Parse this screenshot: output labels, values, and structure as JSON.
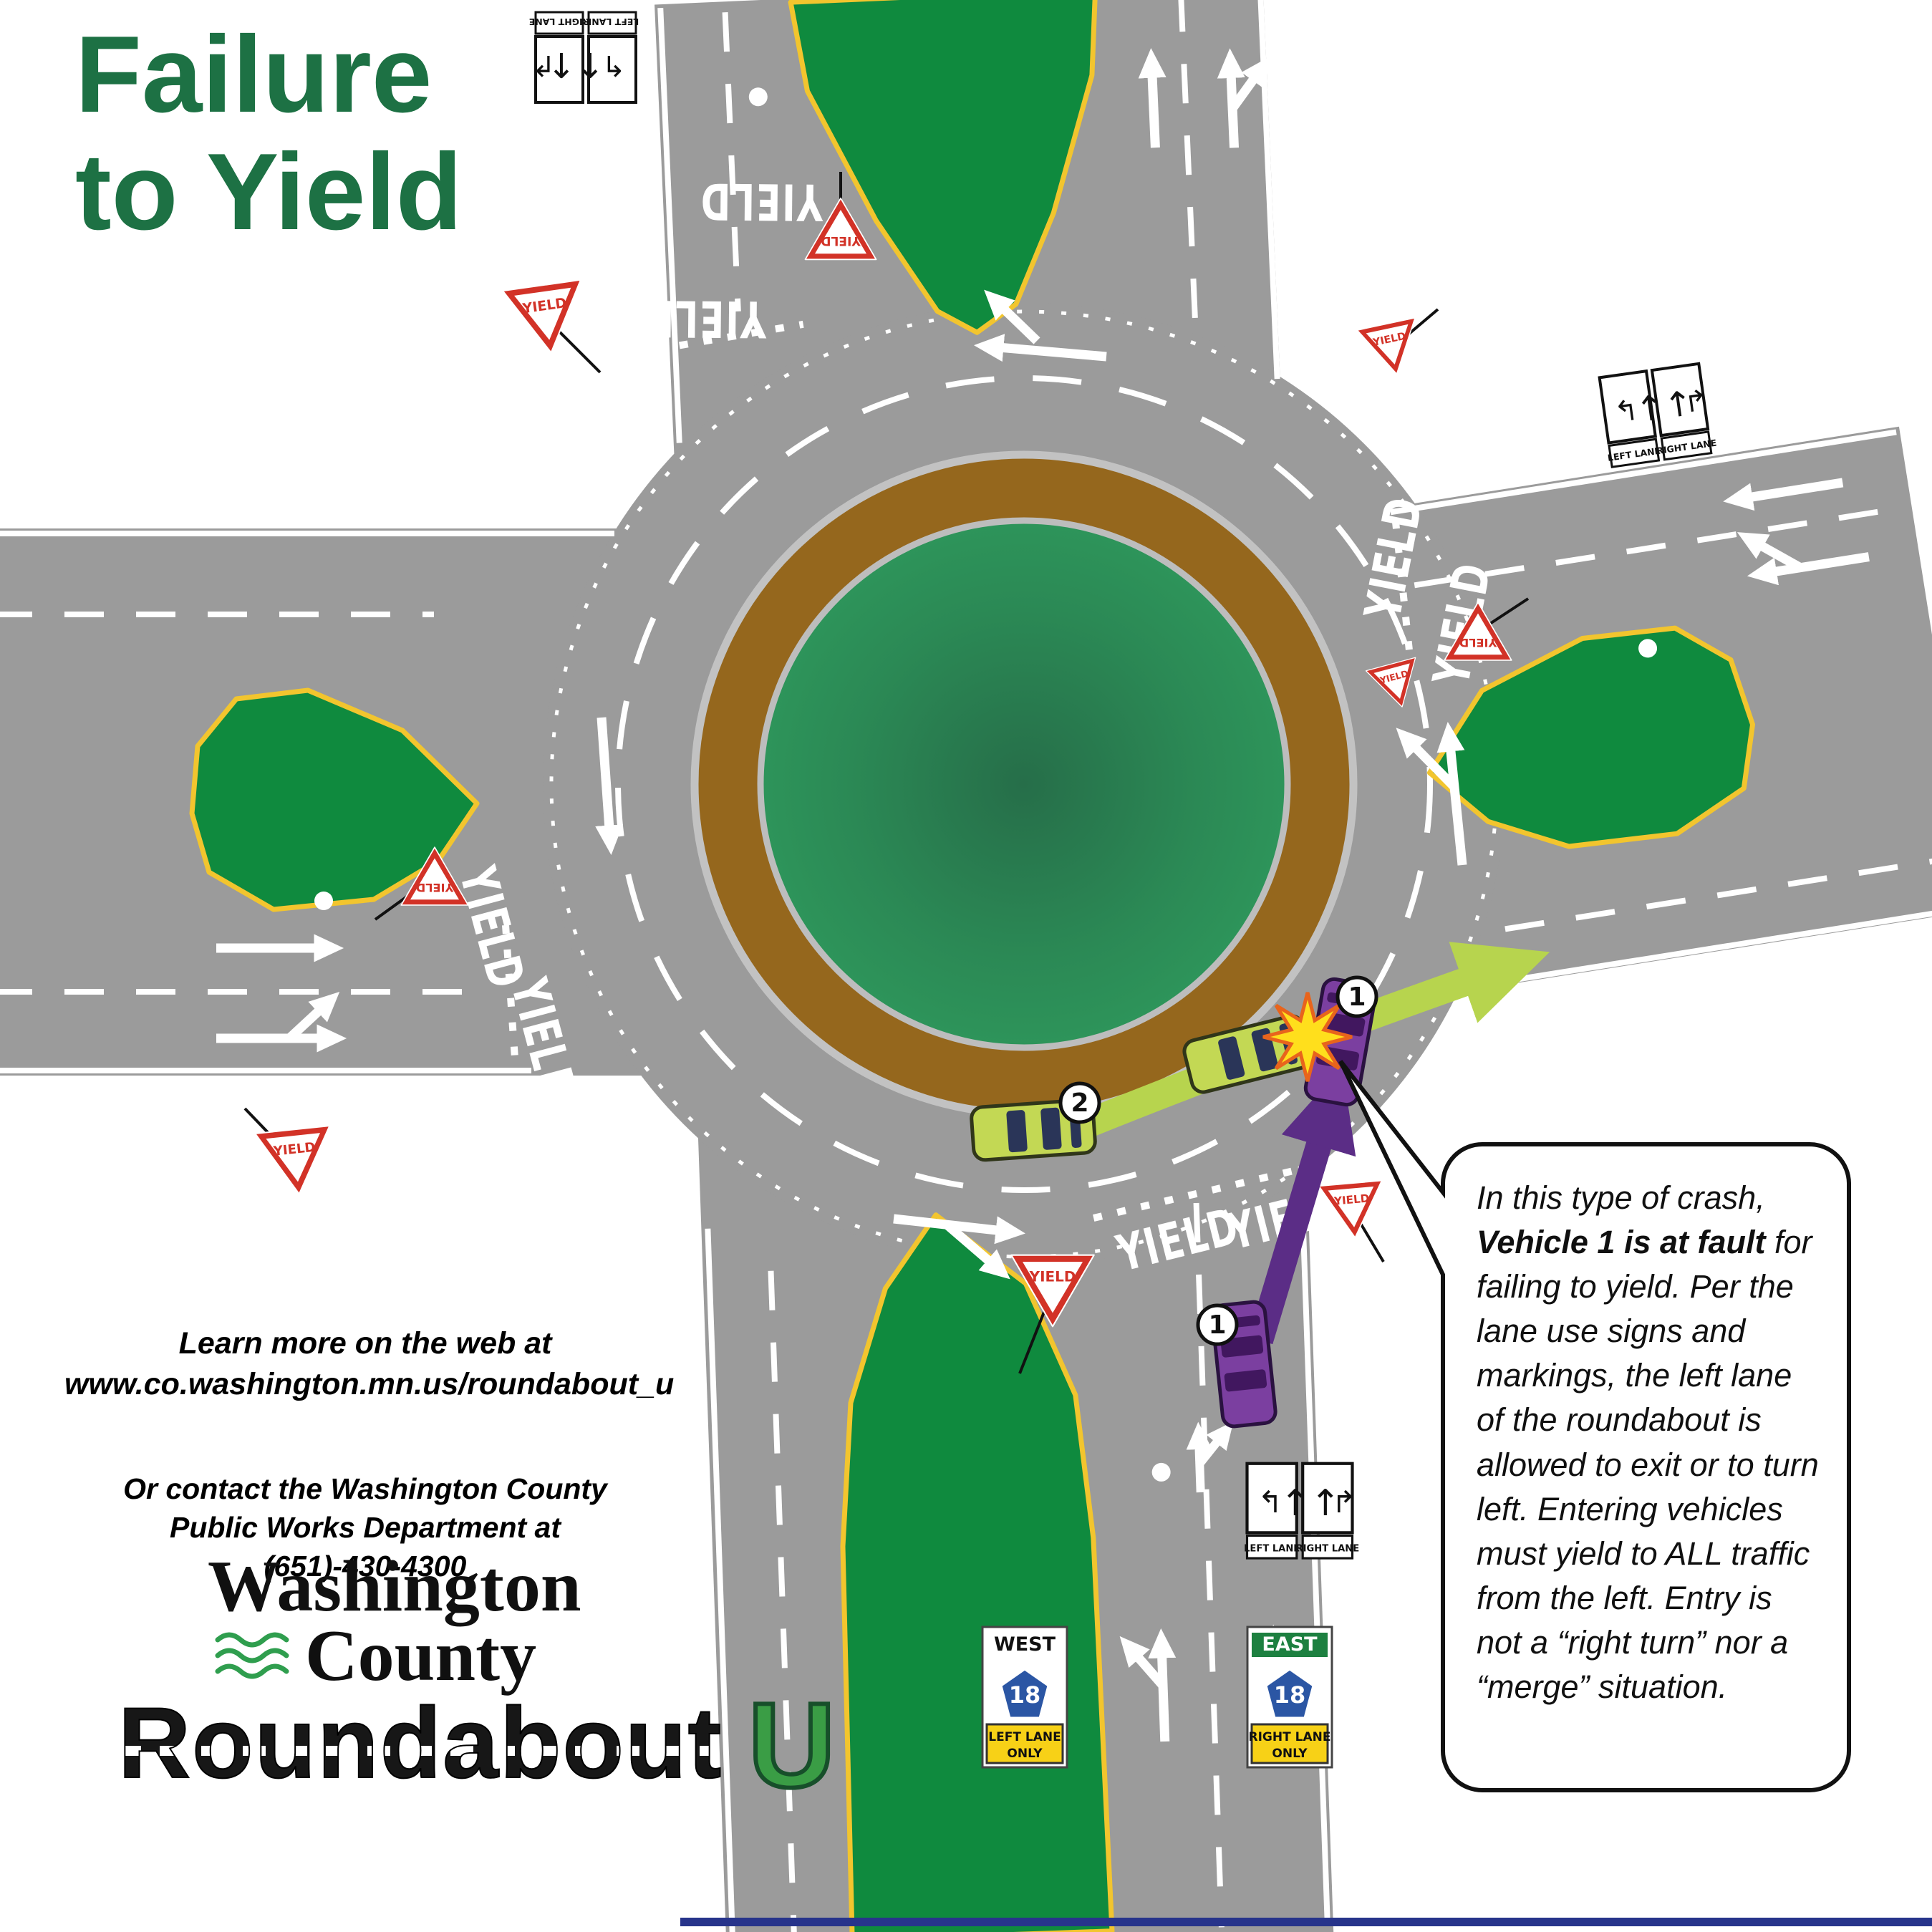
{
  "title": {
    "line1": "Failure",
    "line2": "to Yield"
  },
  "info": {
    "learn_more_line1": "Learn more on the web at",
    "learn_more_line2": "www.co.washington.mn.us/roundabout_u",
    "contact_line1": "Or contact the Washington County",
    "contact_line2": "Public Works Department at",
    "contact_line3": "(651)-430-4300"
  },
  "logo": {
    "word1": "Washington",
    "word2": "County",
    "brand": "Roundabout",
    "brand_u": "U"
  },
  "callout": {
    "lead": "In this type of crash,",
    "bold": "Vehicle 1 is at fault",
    "body": "for failing to yield.  Per the lane use signs and markings, the left lane of the roundabout is allowed to exit or to turn left.  Entering vehicles must yield to ALL traffic from the left.  Entry is not a “right turn” nor a “merge” situation."
  },
  "signs": {
    "yield": "YIELD"
  },
  "pavement": {
    "yield": "YIELD"
  },
  "lane_sign": {
    "left_lane": "LEFT LANE",
    "right_lane": "RIGHT LANE"
  },
  "shield": {
    "west": "WEST",
    "east": "EAST",
    "route": "18",
    "left_lane": "LEFT LANE",
    "right_lane": "RIGHT LANE",
    "only": "ONLY"
  },
  "badges": {
    "v1": "1",
    "v2": "2"
  },
  "icons": {
    "up_arrow": "↑",
    "left_hook_arrow": "↰",
    "right_hook_arrow": "↱",
    "yield_sign": "red-white triangle",
    "pedestrian_dot": "white circle"
  },
  "colors": {
    "title_green": "#1d7144",
    "road_gray": "#9b9b9b",
    "island_green": "#0f8a3e",
    "center_green": "#2f9b5d",
    "apron_brown": "#95671d",
    "yield_red": "#d23227",
    "lane_yellow": "#f2c52e",
    "vehicle1_purple": "#7b3fa0",
    "vehicle2_green": "#c3d854",
    "path_arrow_green": "#b7d44e",
    "path_arrow_purple": "#5b2d86",
    "shield_blue": "#2b56a4",
    "plaque_yellow": "#f7d117",
    "footer_blue": "#27348b",
    "crash_star_yellow": "#ffdf1c"
  }
}
